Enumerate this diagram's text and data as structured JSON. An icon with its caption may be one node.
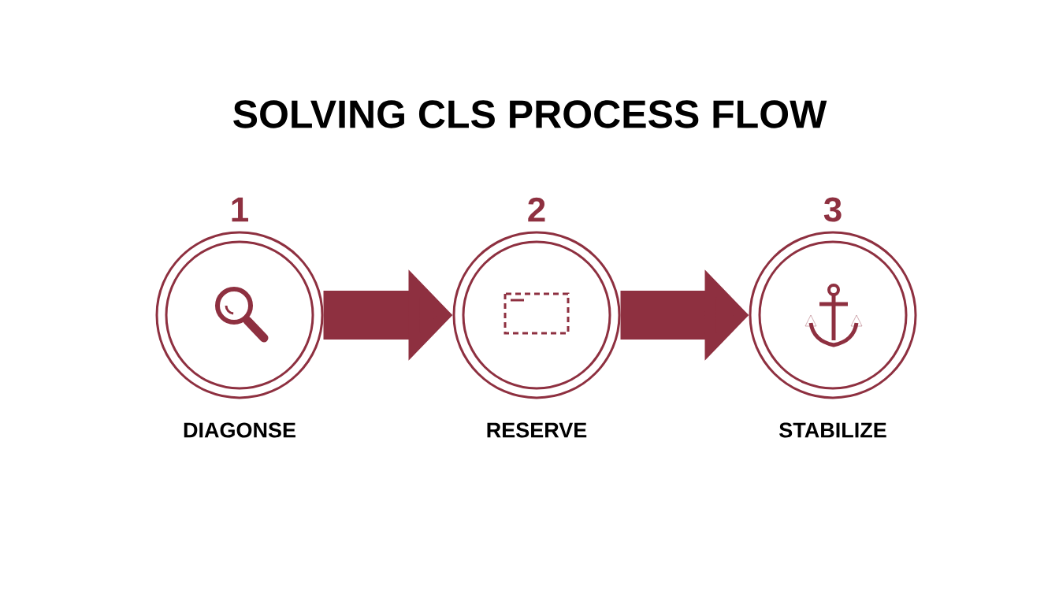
{
  "diagram": {
    "title": "SOLVING CLS PROCESS FLOW",
    "nodes": [
      {
        "text": [
          "1"
        ],
        "beside": [
          "DIAGONSE"
        ]
      },
      {
        "text": [
          "2"
        ],
        "beside": [
          "RESERVE"
        ]
      },
      {
        "text": [
          "3"
        ],
        "beside": [
          "STABILIZE"
        ]
      }
    ],
    "edges": [
      {
        "from": 0,
        "to": 1,
        "arrow": "to"
      },
      {
        "from": 1,
        "to": 2,
        "arrow": "to"
      }
    ]
  }
}
